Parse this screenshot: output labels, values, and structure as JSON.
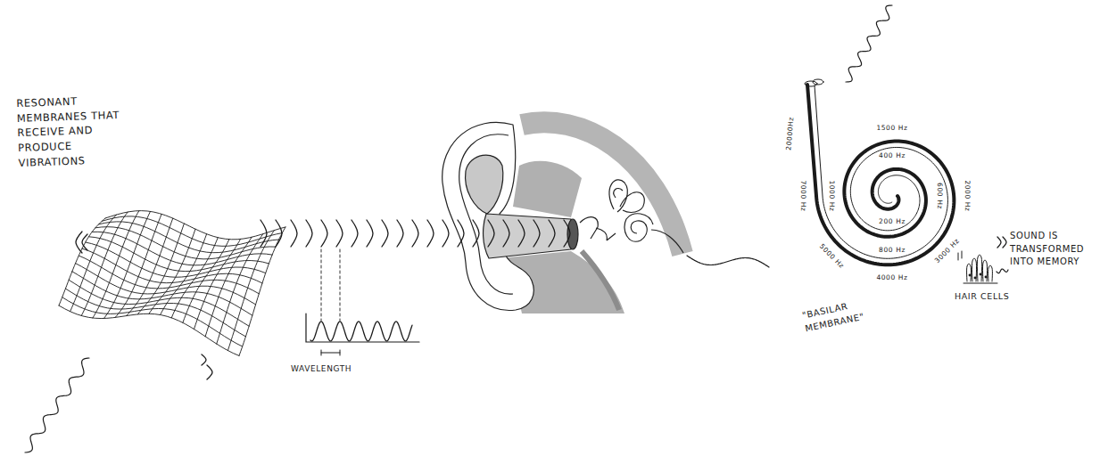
{
  "diagram": {
    "labels": [
      "RESONANT MEMBRANES THAT RECEIVE AND PRODUCE VIBRATIONS",
      "WAVELENGTH",
      "20000Hz",
      "7000 Hz",
      "5000 Hz",
      "4000 Hz",
      "3000 Hz",
      "2000 Hz",
      "1500 Hz",
      "1000 Hz",
      "800 Hz",
      "600 Hz",
      "400 Hz",
      "200 Hz",
      "\"BASILAR MEMBRANE\"",
      "SOUND IS TRANSFORMED INTO MEMORY",
      "HAIR CELLS"
    ]
  }
}
